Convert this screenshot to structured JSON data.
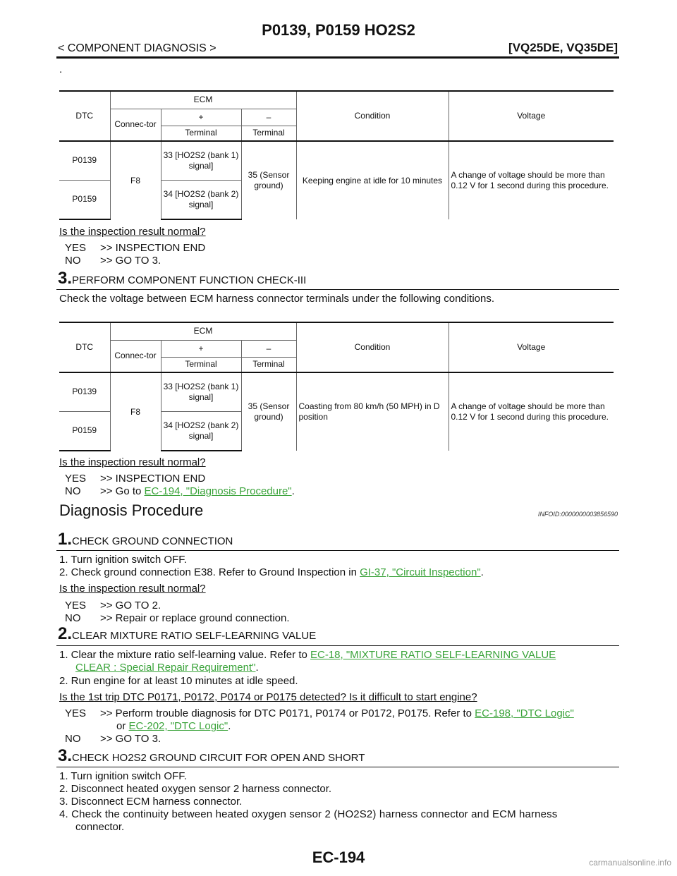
{
  "header": {
    "title": "P0139, P0159 HO2S2",
    "chapter": "< COMPONENT DIAGNOSIS >",
    "engine": "[VQ25DE, VQ35DE]",
    "dot": "."
  },
  "table_labels": {
    "dtc": "DTC",
    "ecm": "ECM",
    "connector": "Connec-tor",
    "plus": "+",
    "minus": "–",
    "terminal": "Terminal",
    "condition": "Condition",
    "voltage": "Voltage",
    "dtc1": "P0139",
    "dtc2": "P0159",
    "conn": "F8",
    "plus1": "33 [HO2S2 (bank 1) signal]",
    "plus2": "34 [HO2S2 (bank 2) signal]",
    "minus_t": "35 (Sensor ground)"
  },
  "table1": {
    "condition": "Keeping engine at idle for 10 minutes",
    "voltage": "A change of voltage should be more than 0.12 V for 1 second during this procedure."
  },
  "table2": {
    "condition": "Coasting from 80 km/h (50 MPH) in D position",
    "voltage": "A change of voltage should be more than 0.12 V for 1 second during this procedure."
  },
  "check1": {
    "question": "Is the inspection result normal?",
    "yes_key": "YES",
    "yes_text": ">> INSPECTION END",
    "no_key": "NO",
    "no_text": ">> GO TO 3."
  },
  "step3a": {
    "num": "3.",
    "title": "PERFORM COMPONENT FUNCTION CHECK-III",
    "text": "Check the voltage between ECM harness connector terminals under the following conditions."
  },
  "check2": {
    "question": "Is the inspection result normal?",
    "yes_key": "YES",
    "yes_text": ">> INSPECTION END",
    "no_key": "NO",
    "no_text": ">> Go to ",
    "no_link": "EC-194, \"Diagnosis Procedure\"",
    "no_end": "."
  },
  "section": {
    "title": "Diagnosis Procedure",
    "infoid": "INFOID:0000000003856590"
  },
  "step1": {
    "num": "1.",
    "title": "CHECK GROUND CONNECTION",
    "item1": "1. Turn ignition switch OFF.",
    "item2": "2. Check ground connection E38. Refer to Ground Inspection in ",
    "item2_link": "GI-37, \"Circuit Inspection\"",
    "item2_end": ".",
    "question": "Is the inspection result normal?",
    "yes_key": "YES",
    "yes_text": ">> GO TO 2.",
    "no_key": "NO",
    "no_text": ">> Repair or replace ground connection."
  },
  "step2": {
    "num": "2.",
    "title": "CLEAR MIXTURE RATIO SELF-LEARNING VALUE",
    "item1": "1. Clear the mixture ratio self-learning value. Refer to ",
    "item1_link1": "EC-18, \"MIXTURE RATIO SELF-LEARNING VALUE",
    "item1_link2": "CLEAR : Special Repair Requirement\"",
    "item1_end": ".",
    "item2": "2. Run engine for at least 10 minutes at idle speed.",
    "question": "Is the 1st trip DTC P0171, P0172, P0174 or P0175 detected? Is it difficult to start engine?",
    "yes_key": "YES",
    "yes_text": ">> Perform trouble diagnosis for DTC P0171, P0174 or P0172, P0175. Refer to ",
    "yes_link1": "EC-198, \"DTC Logic\"",
    "yes_or": "or ",
    "yes_link2": "EC-202, \"DTC Logic\"",
    "yes_end": ".",
    "no_key": "NO",
    "no_text": ">> GO TO 3."
  },
  "step3b": {
    "num": "3.",
    "title": "CHECK HO2S2 GROUND CIRCUIT FOR OPEN AND SHORT",
    "item1": "1. Turn ignition switch OFF.",
    "item2": "2. Disconnect heated oxygen sensor 2 harness connector.",
    "item3": "3. Disconnect ECM harness connector.",
    "item4": "4. Check the continuity between heated oxygen sensor 2 (HO2S2) harness connector and ECM harness",
    "item4b": "connector."
  },
  "footer": {
    "page": "EC-194",
    "watermark": "carmanualsonline.info"
  }
}
